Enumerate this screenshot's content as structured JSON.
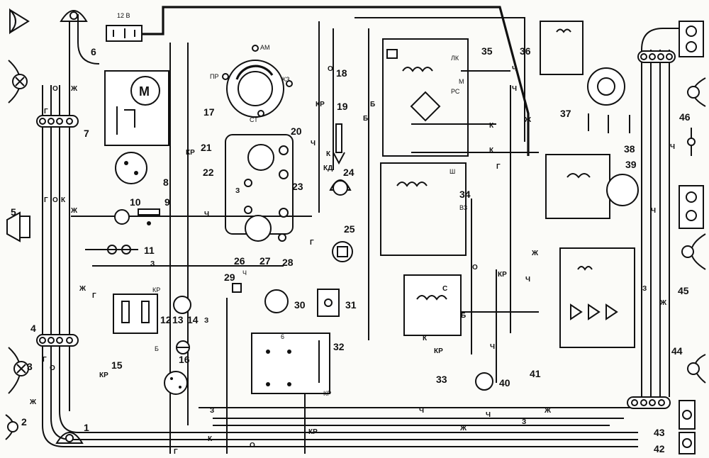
{
  "labels": {
    "n1": "1",
    "n2": "2",
    "n3": "3",
    "n4": "4",
    "n5": "5",
    "n6": "6",
    "n7": "7",
    "n8": "8",
    "n9": "9",
    "n10": "10",
    "n11": "11",
    "n12": "12",
    "n13": "13",
    "n14": "14",
    "n15": "15",
    "n16": "16",
    "n17": "17",
    "n18": "18",
    "n19": "19",
    "n20": "20",
    "n21": "21",
    "n22": "22",
    "n23": "23",
    "n24": "24",
    "n25": "25",
    "n26": "26",
    "n27": "27",
    "n28": "28",
    "n29": "29",
    "n30": "30",
    "n31": "31",
    "n32": "32",
    "n33": "33",
    "n34": "34",
    "n35": "35",
    "n36": "36",
    "n37": "37",
    "n38": "38",
    "n39": "39",
    "n40": "40",
    "n41": "41",
    "n42": "42",
    "n43": "43",
    "n44": "44",
    "n45": "45",
    "n46": "46"
  },
  "wires": {
    "g": "Г",
    "o": "О",
    "k": "К",
    "zh": "Ж",
    "kp": "КР",
    "ch": "Ч",
    "z": "З",
    "b": "Б",
    "s": "С",
    "kd": "КД"
  },
  "terminals": {
    "am": "АМ",
    "pr": "ПР",
    "k3": "КЗ",
    "st": "СТ",
    "v12": "12 В",
    "kp": "КР",
    "b": "Б",
    "lk": "ЛК",
    "m": "М",
    "rs": "РС",
    "sh": "Ш",
    "vz": "ВЗ",
    "ch": "Ч",
    "t6": "6"
  }
}
